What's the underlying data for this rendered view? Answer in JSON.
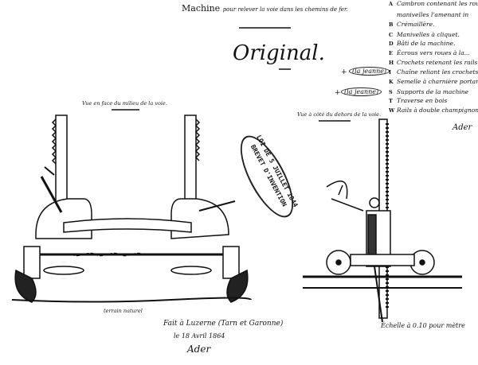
{
  "header": {
    "title_main": "Machine",
    "title_rest": "pour relever la voie dans les chemins de fer.",
    "original": "Original."
  },
  "legend": [
    {
      "key": "A",
      "text": "Cambron contenant les roues"
    },
    {
      "key": "",
      "text": "manivelles l'amenant in"
    },
    {
      "key": "B",
      "text": "Crémaillère."
    },
    {
      "key": "C",
      "text": "Manivelles à cliquet."
    },
    {
      "key": "D",
      "text": "Bâti de la machine."
    },
    {
      "key": "E",
      "text": "Écrous vers roues à la..."
    },
    {
      "key": "H",
      "text": "Crochets retenant les rails"
    },
    {
      "key": "I",
      "text": "Chaîne reliant les crochets"
    },
    {
      "key": "K",
      "text": "Semelle à charnière portant"
    },
    {
      "key": "S",
      "text": "Supports de la machine"
    },
    {
      "key": "T",
      "text": "Traverse en bois"
    },
    {
      "key": "W",
      "text": "Rails à double champignon"
    }
  ],
  "annotations": {
    "correction_1": "(la jeanne)",
    "correction_2": "(la jeanne)",
    "mark_1": "+",
    "mark_2": "+",
    "left_view_caption": "Vue en face du milieu de la voie.",
    "right_view_caption": "Vue à côté du dehors de la voie.",
    "ground_label": "terrain naturel",
    "signature_place": "Fait à Luzerne (Tarn et Garonne)",
    "signature_date": "le 18 Avril 1864",
    "signature_name": "Ader",
    "legend_signature": "Ader",
    "scale": "Échelle à 0.10 pour mètre"
  },
  "stamp": {
    "line1": "LOI DE 5 JUILLET 1844",
    "line2": "BREVET D'INVENTION"
  }
}
